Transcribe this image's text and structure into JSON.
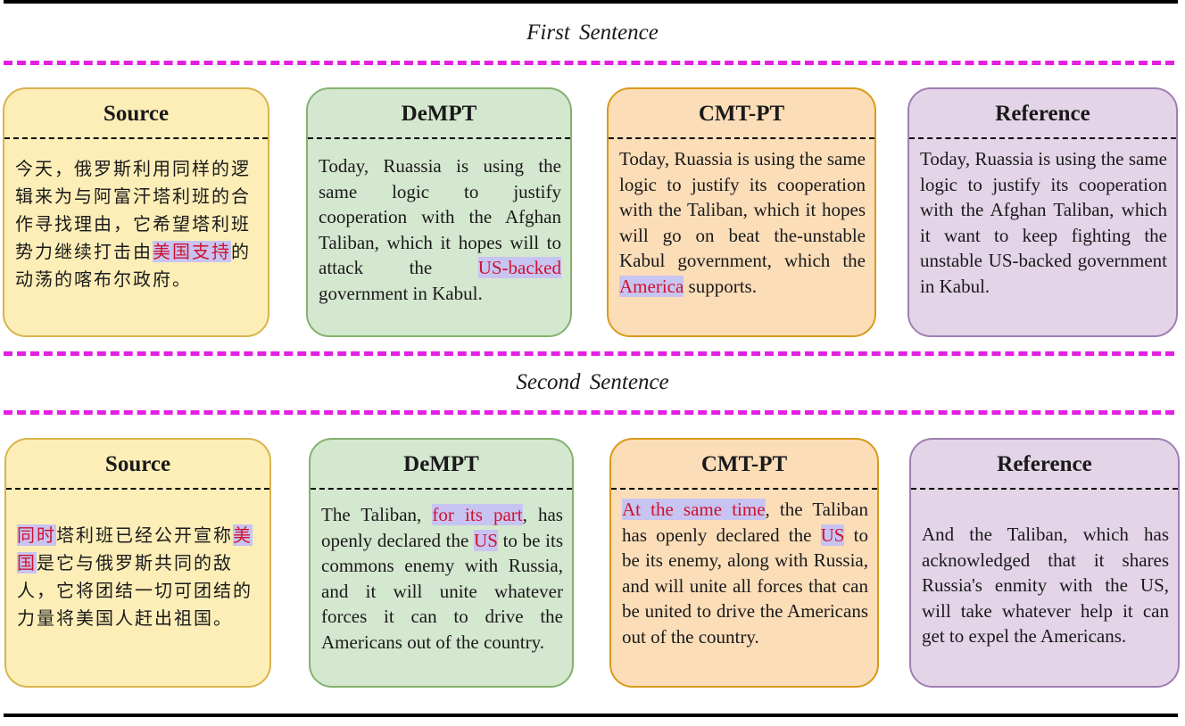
{
  "sections": [
    {
      "title": "First Sentence",
      "boxes": [
        {
          "header": "Source",
          "segments": [
            {
              "text": "今天，俄罗斯利用同样的逻辑来为与阿富汗塔利班的合作寻找理由，它希望塔利班势力继续打击由",
              "highlight": false
            },
            {
              "text": "美国支持",
              "highlight": true
            },
            {
              "text": "的动荡的喀布尔政府。",
              "highlight": false
            }
          ]
        },
        {
          "header": "DeMPT",
          "segments": [
            {
              "text": "Today, Ruassia is using the same logic to justify cooperation with the Afghan Taliban, which it hopes will to attack the ",
              "highlight": false
            },
            {
              "text": "US-backed",
              "highlight": true
            },
            {
              "text": " government in Kabul.",
              "highlight": false
            }
          ]
        },
        {
          "header": "CMT-PT",
          "segments": [
            {
              "text": "Today, Ruassia is using the same logic to justify its cooperation with the Taliban, which it hopes will go on beat the-unstable Kabul government, which the ",
              "highlight": false
            },
            {
              "text": "America",
              "highlight": true
            },
            {
              "text": " supports.",
              "highlight": false
            }
          ]
        },
        {
          "header": "Reference",
          "segments": [
            {
              "text": "Today, Ruassia is using the same logic to justify its cooperation with the Afghan Taliban, which it want to keep fighting the unstable US-backed government in Kabul.",
              "highlight": false
            }
          ]
        }
      ]
    },
    {
      "title": "Second Sentence",
      "boxes": [
        {
          "header": "Source",
          "segments": [
            {
              "text": "同时",
              "highlight": true
            },
            {
              "text": "塔利班已经公开宣称",
              "highlight": false
            },
            {
              "text": "美国",
              "highlight": true
            },
            {
              "text": "是它与俄罗斯共同的敌人，它将团结一切可团结的力量将美国人赶出祖国。",
              "highlight": false
            }
          ]
        },
        {
          "header": "DeMPT",
          "segments": [
            {
              "text": "The Taliban, ",
              "highlight": false
            },
            {
              "text": "for its part",
              "highlight": true
            },
            {
              "text": ", has openly declared the ",
              "highlight": false
            },
            {
              "text": "US",
              "highlight": true
            },
            {
              "text": " to be its commons enemy with Russia, and it will unite whatever forces it can to drive the Americans out of the country.",
              "highlight": false
            }
          ]
        },
        {
          "header": "CMT-PT",
          "segments": [
            {
              "text": "At the same time",
              "highlight": true
            },
            {
              "text": ", the Taliban has openly declared the ",
              "highlight": false
            },
            {
              "text": "US",
              "highlight": true
            },
            {
              "text": " to be its enemy, along with Russia, and will unite all forces that can be united to drive the Americans out of the country.",
              "highlight": false
            }
          ]
        },
        {
          "header": "Reference",
          "segments": [
            {
              "text": "And the Taliban, which has acknowledged that it shares Russia's enmity with the US, will take whatever help it can get to expel the Americans.",
              "highlight": false
            }
          ]
        }
      ]
    }
  ],
  "colors": {
    "divider": "#e51ee5",
    "highlight_background": "#c8c4f2",
    "highlight_text": "#d0122d",
    "source_fill": "#fdeeb8",
    "dempt_fill": "#d4e7cf",
    "cmt_fill": "#fbddb8",
    "reference_fill": "#e3d4e8"
  }
}
